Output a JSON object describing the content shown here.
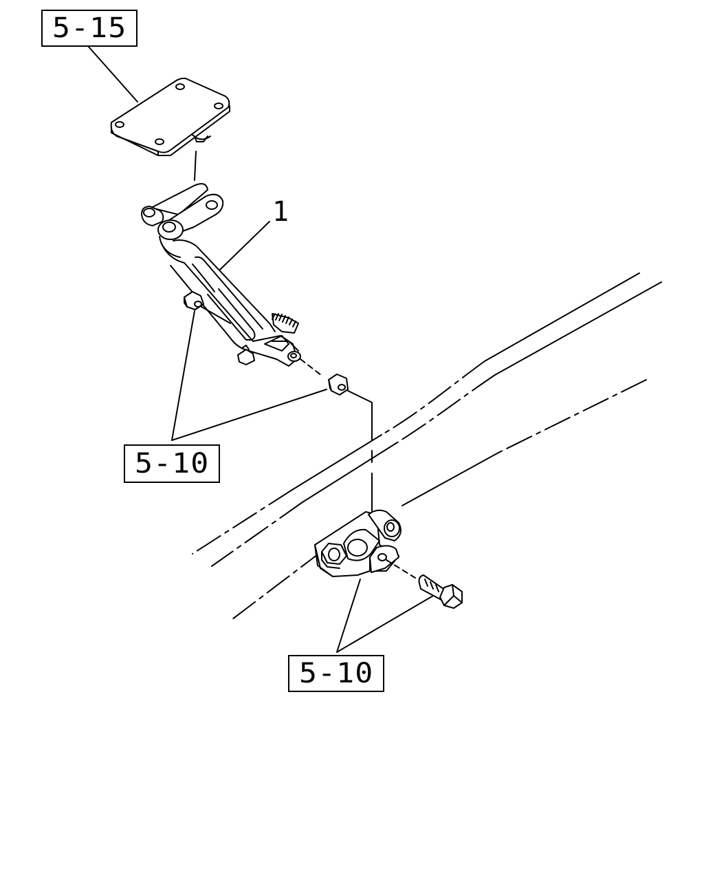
{
  "diagram": {
    "callouts": {
      "top_ref": "5-15",
      "middle_ref": "5-10",
      "bottom_ref": "5-10"
    },
    "part_number": "1",
    "colors": {
      "line": "#000000",
      "background": "#ffffff"
    }
  }
}
